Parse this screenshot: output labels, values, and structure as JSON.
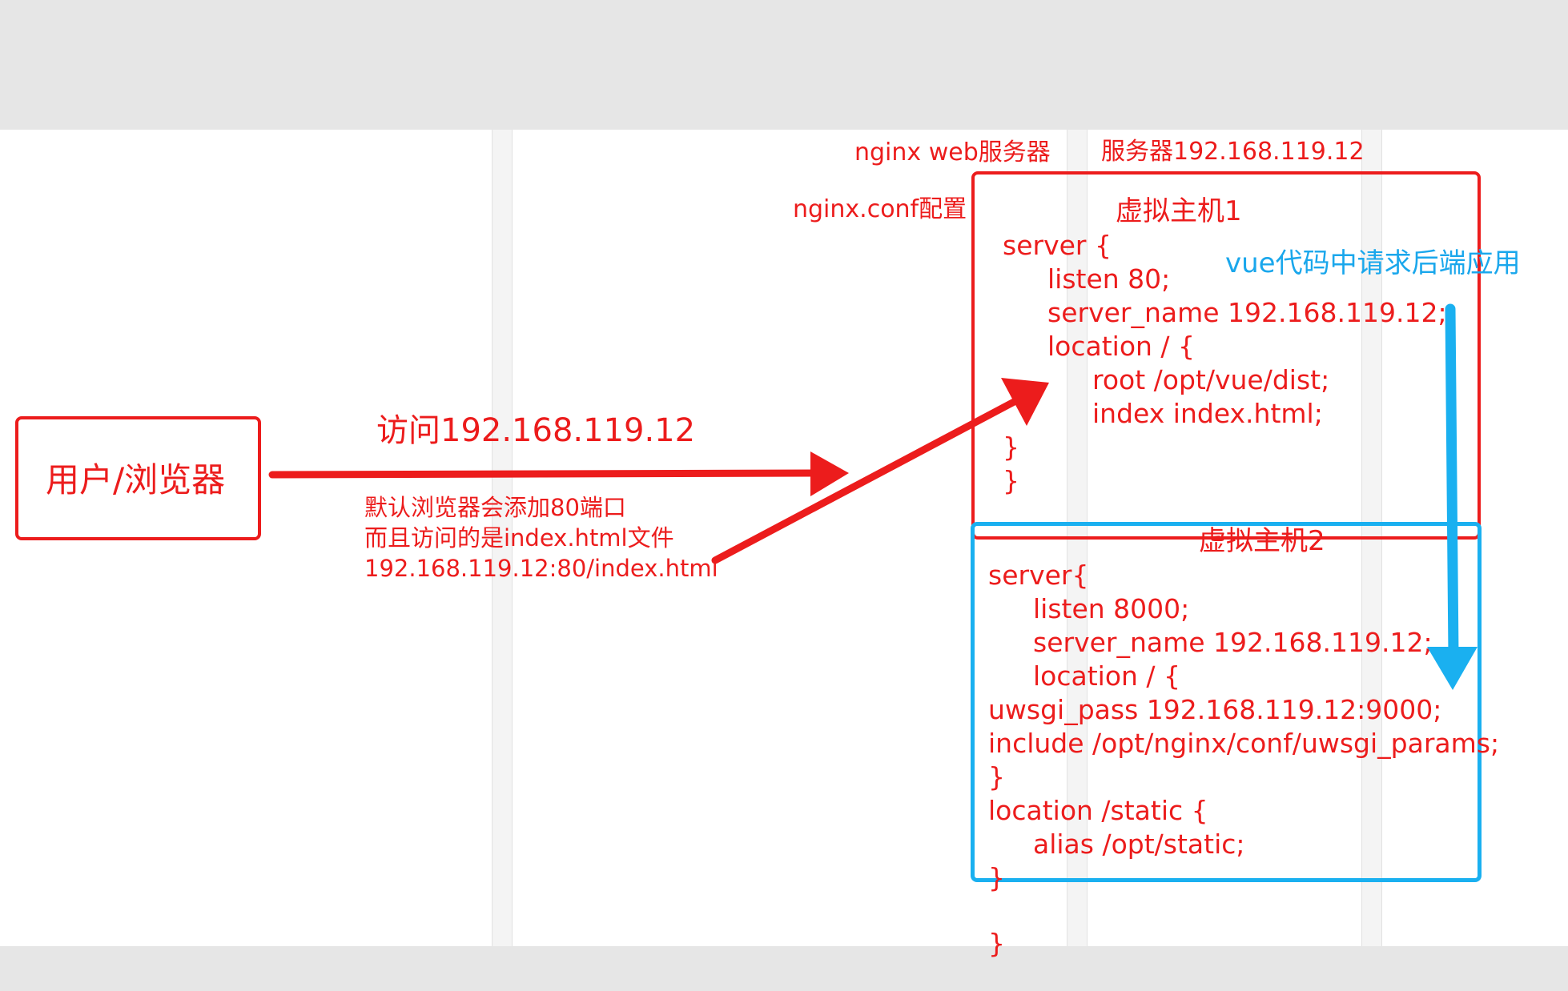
{
  "browser": {
    "label": "用户/浏览器"
  },
  "request": {
    "title": "访问192.168.119.12",
    "note_lines": [
      "默认浏览器会添加80端口",
      "而且访问的是index.html文件",
      "192.168.119.12:80/index.html"
    ]
  },
  "server": {
    "web_label": "nginx web服务器",
    "conf_label": "nginx.conf配置",
    "host_label": "服务器192.168.119.12",
    "vue_call_label": "vue代码中请求后端应用"
  },
  "vhost1": {
    "title": "虚拟主机1",
    "lines": [
      "server {",
      "listen 80;",
      "server_name 192.168.119.12;",
      "location / {",
      "root /opt/vue/dist;",
      "index index.html;",
      "}",
      "}"
    ]
  },
  "vhost2": {
    "title": "虚拟主机2",
    "lines": [
      "server{",
      "listen 8000;",
      "server_name 192.168.119.12;",
      "location / {",
      "uwsgi_pass 192.168.119.12:9000;",
      "include /opt/nginx/conf/uwsgi_params;",
      "}",
      "location /static {",
      "alias /opt/static;",
      "}",
      "}"
    ]
  },
  "colors": {
    "red": "#ec1c1c",
    "blue": "#1ab0f0",
    "band": "#e6e6e6"
  }
}
